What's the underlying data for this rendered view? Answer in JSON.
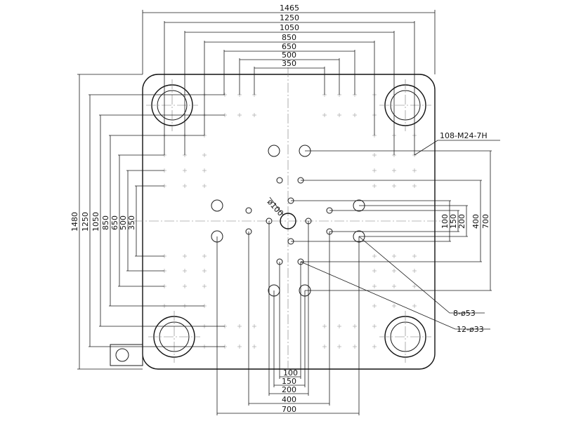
{
  "drawing": {
    "top_dimensions": [
      "1465",
      "1250",
      "1050",
      "850",
      "650",
      "500",
      "350"
    ],
    "left_dimensions": [
      "1480",
      "1250",
      "1050",
      "850",
      "650",
      "500",
      "350"
    ],
    "right_dimensions": [
      "100",
      "150",
      "200",
      "400",
      "700"
    ],
    "bottom_dimensions": [
      "100",
      "150",
      "200",
      "400",
      "700"
    ],
    "callouts": {
      "tapped_holes": "108-M24-7H",
      "large_holes": "8-ø53",
      "small_holes": "12-ø33",
      "center_hole": "ø100"
    }
  }
}
